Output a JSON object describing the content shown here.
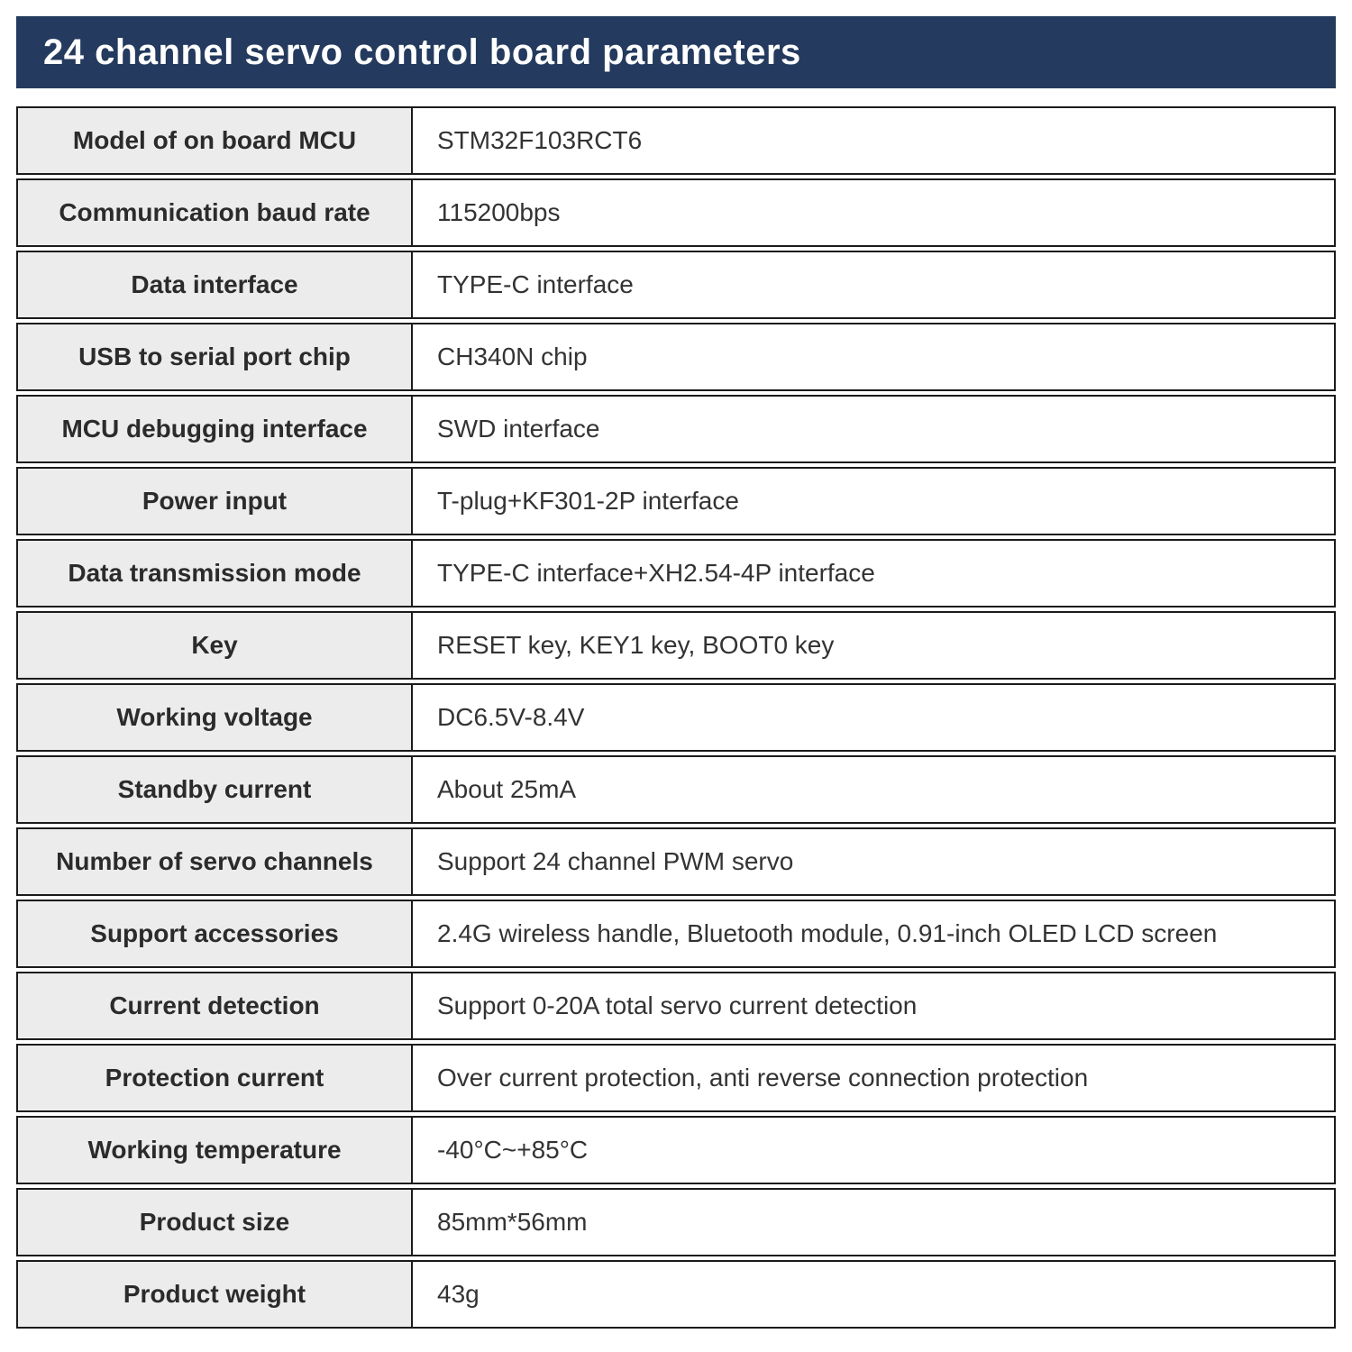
{
  "header": {
    "title": "24 channel servo control board parameters",
    "background_color": "#243a5e",
    "text_color": "#ffffff"
  },
  "table": {
    "label_cell_background": "#ececec",
    "border_color": "#1b1b1b",
    "rows": [
      {
        "label": "Model of on board MCU",
        "value": "STM32F103RCT6"
      },
      {
        "label": "Communication baud rate",
        "value": "115200bps"
      },
      {
        "label": "Data interface",
        "value": "TYPE-C interface"
      },
      {
        "label": "USB to serial port chip",
        "value": "CH340N chip"
      },
      {
        "label": "MCU debugging interface",
        "value": "SWD interface"
      },
      {
        "label": "Power input",
        "value": "T-plug+KF301-2P interface"
      },
      {
        "label": "Data transmission mode",
        "value": "TYPE-C interface+XH2.54-4P interface"
      },
      {
        "label": "Key",
        "value": "RESET key, KEY1 key, BOOT0 key"
      },
      {
        "label": "Working voltage",
        "value": "DC6.5V-8.4V"
      },
      {
        "label": "Standby current",
        "value": "About 25mA"
      },
      {
        "label": "Number of servo channels",
        "value": "Support 24 channel PWM servo"
      },
      {
        "label": "Support accessories",
        "value": "2.4G wireless handle, Bluetooth module, 0.91-inch OLED LCD screen"
      },
      {
        "label": "Current detection",
        "value": "Support 0-20A total servo current detection"
      },
      {
        "label": "Protection current",
        "value": "Over current protection, anti reverse connection protection"
      },
      {
        "label": "Working temperature",
        "value": "-40°C~+85°C"
      },
      {
        "label": "Product size",
        "value": "85mm*56mm"
      },
      {
        "label": "Product weight",
        "value": "43g"
      }
    ]
  }
}
